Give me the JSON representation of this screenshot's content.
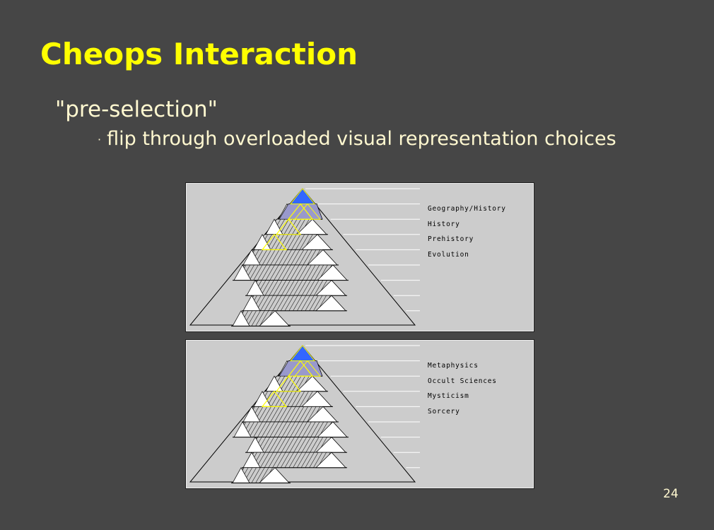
{
  "title": "Cheops Interaction",
  "subtitle": "\"pre-selection\"",
  "bullet": "flip through overloaded visual representation choices",
  "bullet_marker": "·",
  "panels": [
    {
      "labels": [
        "Geography/History",
        "History",
        "Prehistory",
        "Evolution"
      ]
    },
    {
      "labels": [
        "Metaphysics",
        "Occult Sciences",
        "Mysticism",
        "Sorcery"
      ]
    }
  ],
  "colors": {
    "title": "#ffff00",
    "selected": "#3366ff",
    "path": "#9999cc",
    "highlight": "#ffff00"
  },
  "page_number": "24"
}
